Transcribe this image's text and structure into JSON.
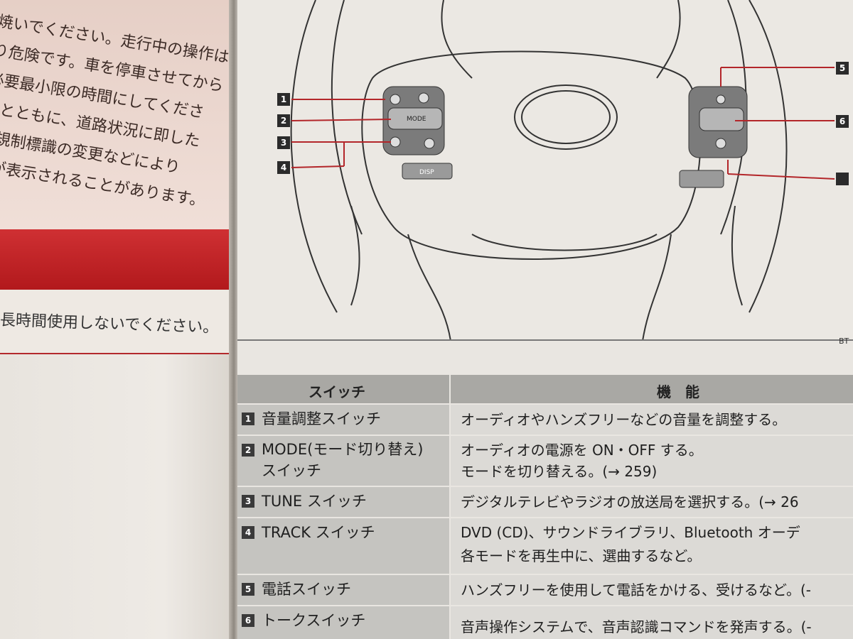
{
  "left_page": {
    "warning_lines": [
      "焼いでください。走行中の操作は",
      "り危険です。車を停車させてから",
      "必要最小限の時間にしてくださ",
      "うとともに、道路状況に即した",
      "、規制標識の変更などにより",
      "ーが表示されることがあります。"
    ],
    "notice_line": "長時間使用しないでください。"
  },
  "diagram": {
    "callouts_left": [
      "1",
      "2",
      "3",
      "4"
    ],
    "callouts_right": [
      "5",
      "6",
      ""
    ],
    "mode_label": "MODE",
    "disp_label": "DISP",
    "figure_code": "BT"
  },
  "table": {
    "header_switch": "スイッチ",
    "header_function": "機　能",
    "rows": [
      {
        "num": "1",
        "switch": "音量調整スイッチ",
        "function": [
          "オーディオやハンズフリーなどの音量を調整する。"
        ]
      },
      {
        "num": "2",
        "switch": "MODE(モード切り替え)\nスイッチ",
        "function": [
          "オーディオの電源を ON・OFF する。",
          "モードを切り替える。(→ 259)"
        ]
      },
      {
        "num": "3",
        "switch": "TUNE スイッチ",
        "function": [
          "デジタルテレビやラジオの放送局を選択する。(→ 26"
        ]
      },
      {
        "num": "4",
        "switch": "TRACK スイッチ",
        "function": [
          "DVD (CD)、サウンドライブラリ、Bluetooth オーデ",
          "各モードを再生中に、選曲するなど。"
        ]
      },
      {
        "num": "5",
        "switch": "電話スイッチ",
        "function": [
          "ハンズフリーを使用して電話をかける、受けるなど。(-"
        ]
      },
      {
        "num": "6",
        "switch": "トークスイッチ",
        "function": [
          "音声操作システムで、音声認識コマンドを発声する。(-"
        ]
      }
    ]
  }
}
